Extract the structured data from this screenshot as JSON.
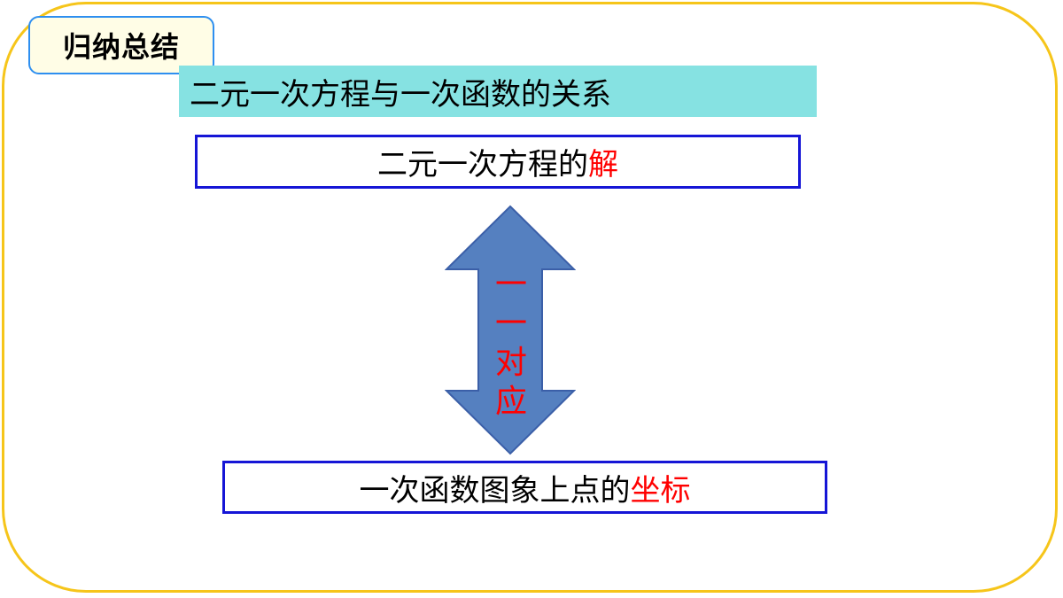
{
  "tag": {
    "label": "归纳总结"
  },
  "subtitle": "二元一次方程与一次函数的关系",
  "top_box": {
    "text": "二元一次方程的",
    "highlight": "解"
  },
  "arrow": {
    "chars": [
      "一",
      "一",
      "对",
      "应"
    ]
  },
  "bottom_box": {
    "text": "一次函数图象上点的",
    "highlight": "坐标"
  },
  "colors": {
    "frame": "#f6c51a",
    "tag_border": "#2e8ff0",
    "subtitle_bg": "#86e2e2",
    "box_border": "#1515d6",
    "arrow_fill": "#5580c0",
    "arrow_stroke": "#3b5fa8",
    "highlight": "#ff0000"
  }
}
